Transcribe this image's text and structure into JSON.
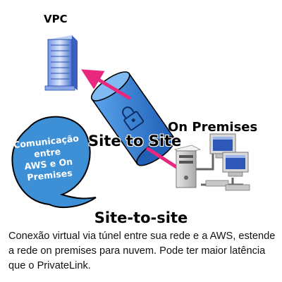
{
  "labels": {
    "vpc": "VPC",
    "on_premises": "On Premises",
    "tunnel": "Site to Site"
  },
  "bubble": {
    "lines": [
      "Comunicação",
      "entre",
      "AWS e On",
      "Premises"
    ]
  },
  "title": "Site-to-site",
  "description": "Conexão virtual via túnel entre sua rede e a AWS, estende a rede on premises para nuvem. Pode ter maior latência que o PrivateLink.",
  "colors": {
    "arrow": "#e8287f",
    "bubble": "#3d8fd6",
    "tunnel": "#2f7fd1",
    "server": "#3a6fd8"
  },
  "icons": [
    "vpc-server-icon",
    "encrypted-tunnel-icon",
    "on-premises-network-icon"
  ]
}
